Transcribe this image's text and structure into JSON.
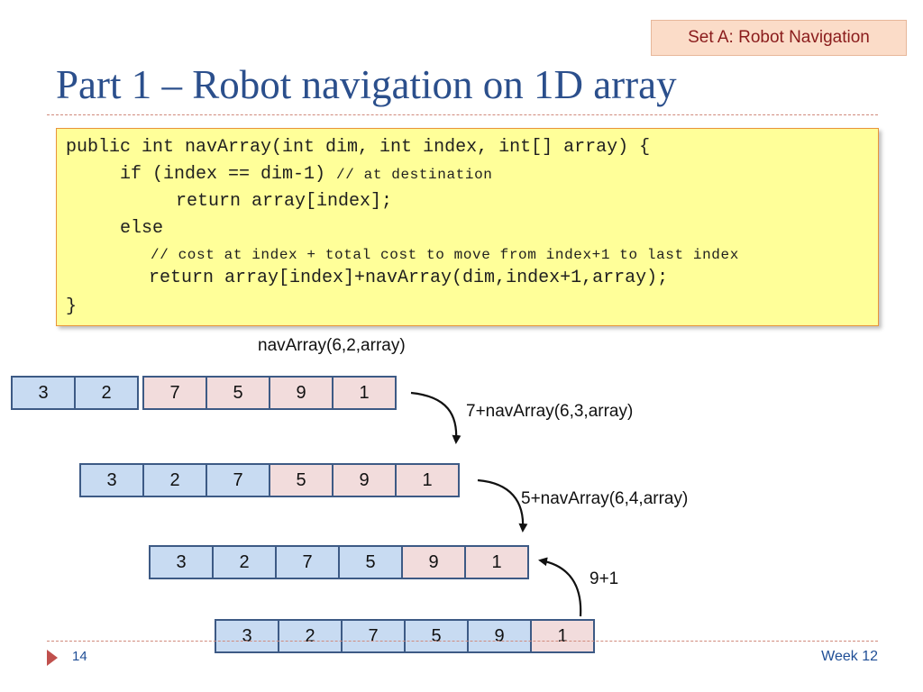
{
  "tag": "Set A: Robot Navigation",
  "title": "Part 1 – Robot navigation on 1D array",
  "code": {
    "line1": "public int navArray(int dim, int index, int[] array) {",
    "line2": "if (index == dim-1) ",
    "line2_comment": "// at destination",
    "line3": "return array[index];",
    "line4": "else",
    "line5": "// cost at index + total cost to move from index+1 to last index",
    "line6": "return array[index]+navArray(dim,index+1,array);",
    "line7": "}"
  },
  "call_label": "navArray(6,2,array)",
  "step_labels": [
    "7+navArray(6,3,array)",
    "5+navArray(6,4,array)",
    "9+1"
  ],
  "arrays": [
    {
      "values": [
        "3",
        "2",
        "7",
        "5",
        "9",
        "1"
      ],
      "highlight_from": 2
    },
    {
      "values": [
        "3",
        "2",
        "7",
        "5",
        "9",
        "1"
      ],
      "highlight_from": 3
    },
    {
      "values": [
        "3",
        "2",
        "7",
        "5",
        "9",
        "1"
      ],
      "highlight_from": 4
    },
    {
      "values": [
        "3",
        "2",
        "7",
        "5",
        "9",
        "1"
      ],
      "highlight_from": 5
    }
  ],
  "footer": {
    "page_number": "14",
    "week": "Week 12"
  },
  "colors": {
    "title": "#2b4f8c",
    "code_bg": "#ffff99",
    "cell_blue": "#c8dbf2",
    "cell_pink": "#f2dcdc"
  }
}
